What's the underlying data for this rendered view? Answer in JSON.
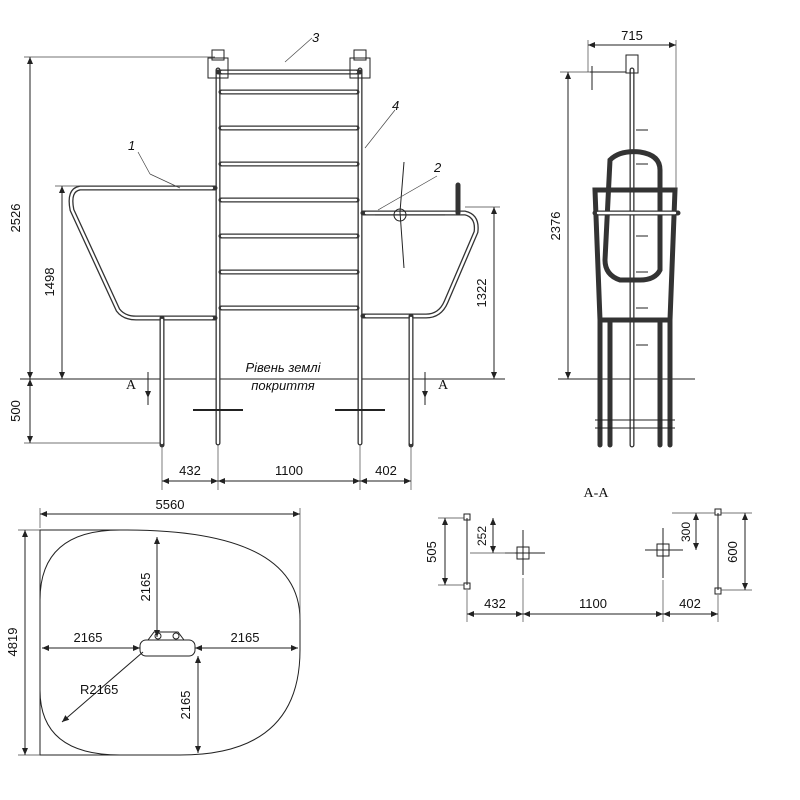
{
  "labels": {
    "part1": "1",
    "part2": "2",
    "part3": "3",
    "part4": "4",
    "ground_line1": "Рівень землі",
    "ground_line2": "покриття",
    "section_marker": "А",
    "section_title": "А-А"
  },
  "front_view": {
    "height_total": "2526",
    "height_bars": "1498",
    "height_right": "1322",
    "depth_below": "500",
    "span_left": "432",
    "span_mid": "1100",
    "span_right": "402"
  },
  "side_view": {
    "width_top": "715",
    "height": "2376"
  },
  "plan_view": {
    "width": "5560",
    "height": "4819",
    "r_up": "2165",
    "r_left": "2165",
    "r_right": "2165",
    "r_down": "2165",
    "radius": "R2165"
  },
  "section_view": {
    "height_left": "505",
    "small_left": "252",
    "small_right": "300",
    "height_right": "600",
    "span_left": "432",
    "span_mid": "1100",
    "span_right": "402"
  }
}
